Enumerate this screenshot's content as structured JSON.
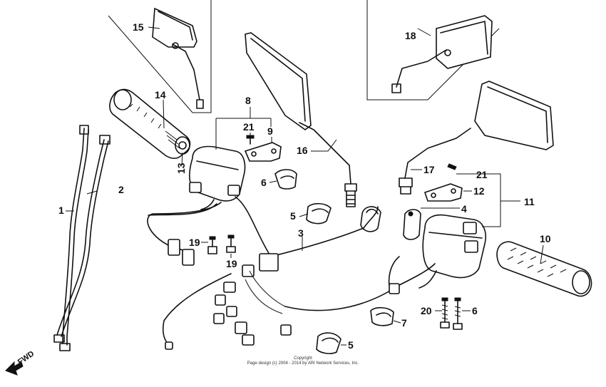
{
  "callouts": [
    {
      "id": "1",
      "label": "1"
    },
    {
      "id": "2",
      "label": "2"
    },
    {
      "id": "3",
      "label": "3"
    },
    {
      "id": "4",
      "label": "4"
    },
    {
      "id": "5a",
      "label": "5"
    },
    {
      "id": "5b",
      "label": "5"
    },
    {
      "id": "6a",
      "label": "6"
    },
    {
      "id": "6b",
      "label": "6"
    },
    {
      "id": "7",
      "label": "7"
    },
    {
      "id": "8",
      "label": "8"
    },
    {
      "id": "9",
      "label": "9"
    },
    {
      "id": "10",
      "label": "10"
    },
    {
      "id": "11",
      "label": "11"
    },
    {
      "id": "12",
      "label": "12"
    },
    {
      "id": "13",
      "label": "13"
    },
    {
      "id": "14",
      "label": "14"
    },
    {
      "id": "15",
      "label": "15"
    },
    {
      "id": "16",
      "label": "16"
    },
    {
      "id": "17",
      "label": "17"
    },
    {
      "id": "18",
      "label": "18"
    },
    {
      "id": "19a",
      "label": "19"
    },
    {
      "id": "19b",
      "label": "19"
    },
    {
      "id": "20",
      "label": "20"
    },
    {
      "id": "21a",
      "label": "21"
    },
    {
      "id": "21b",
      "label": "21"
    }
  ],
  "direction_label": "FWD",
  "copyright": {
    "line1": "Copyright",
    "line2": "Page design (c) 2004 - 2014 by ARI Network Services, Inc."
  }
}
